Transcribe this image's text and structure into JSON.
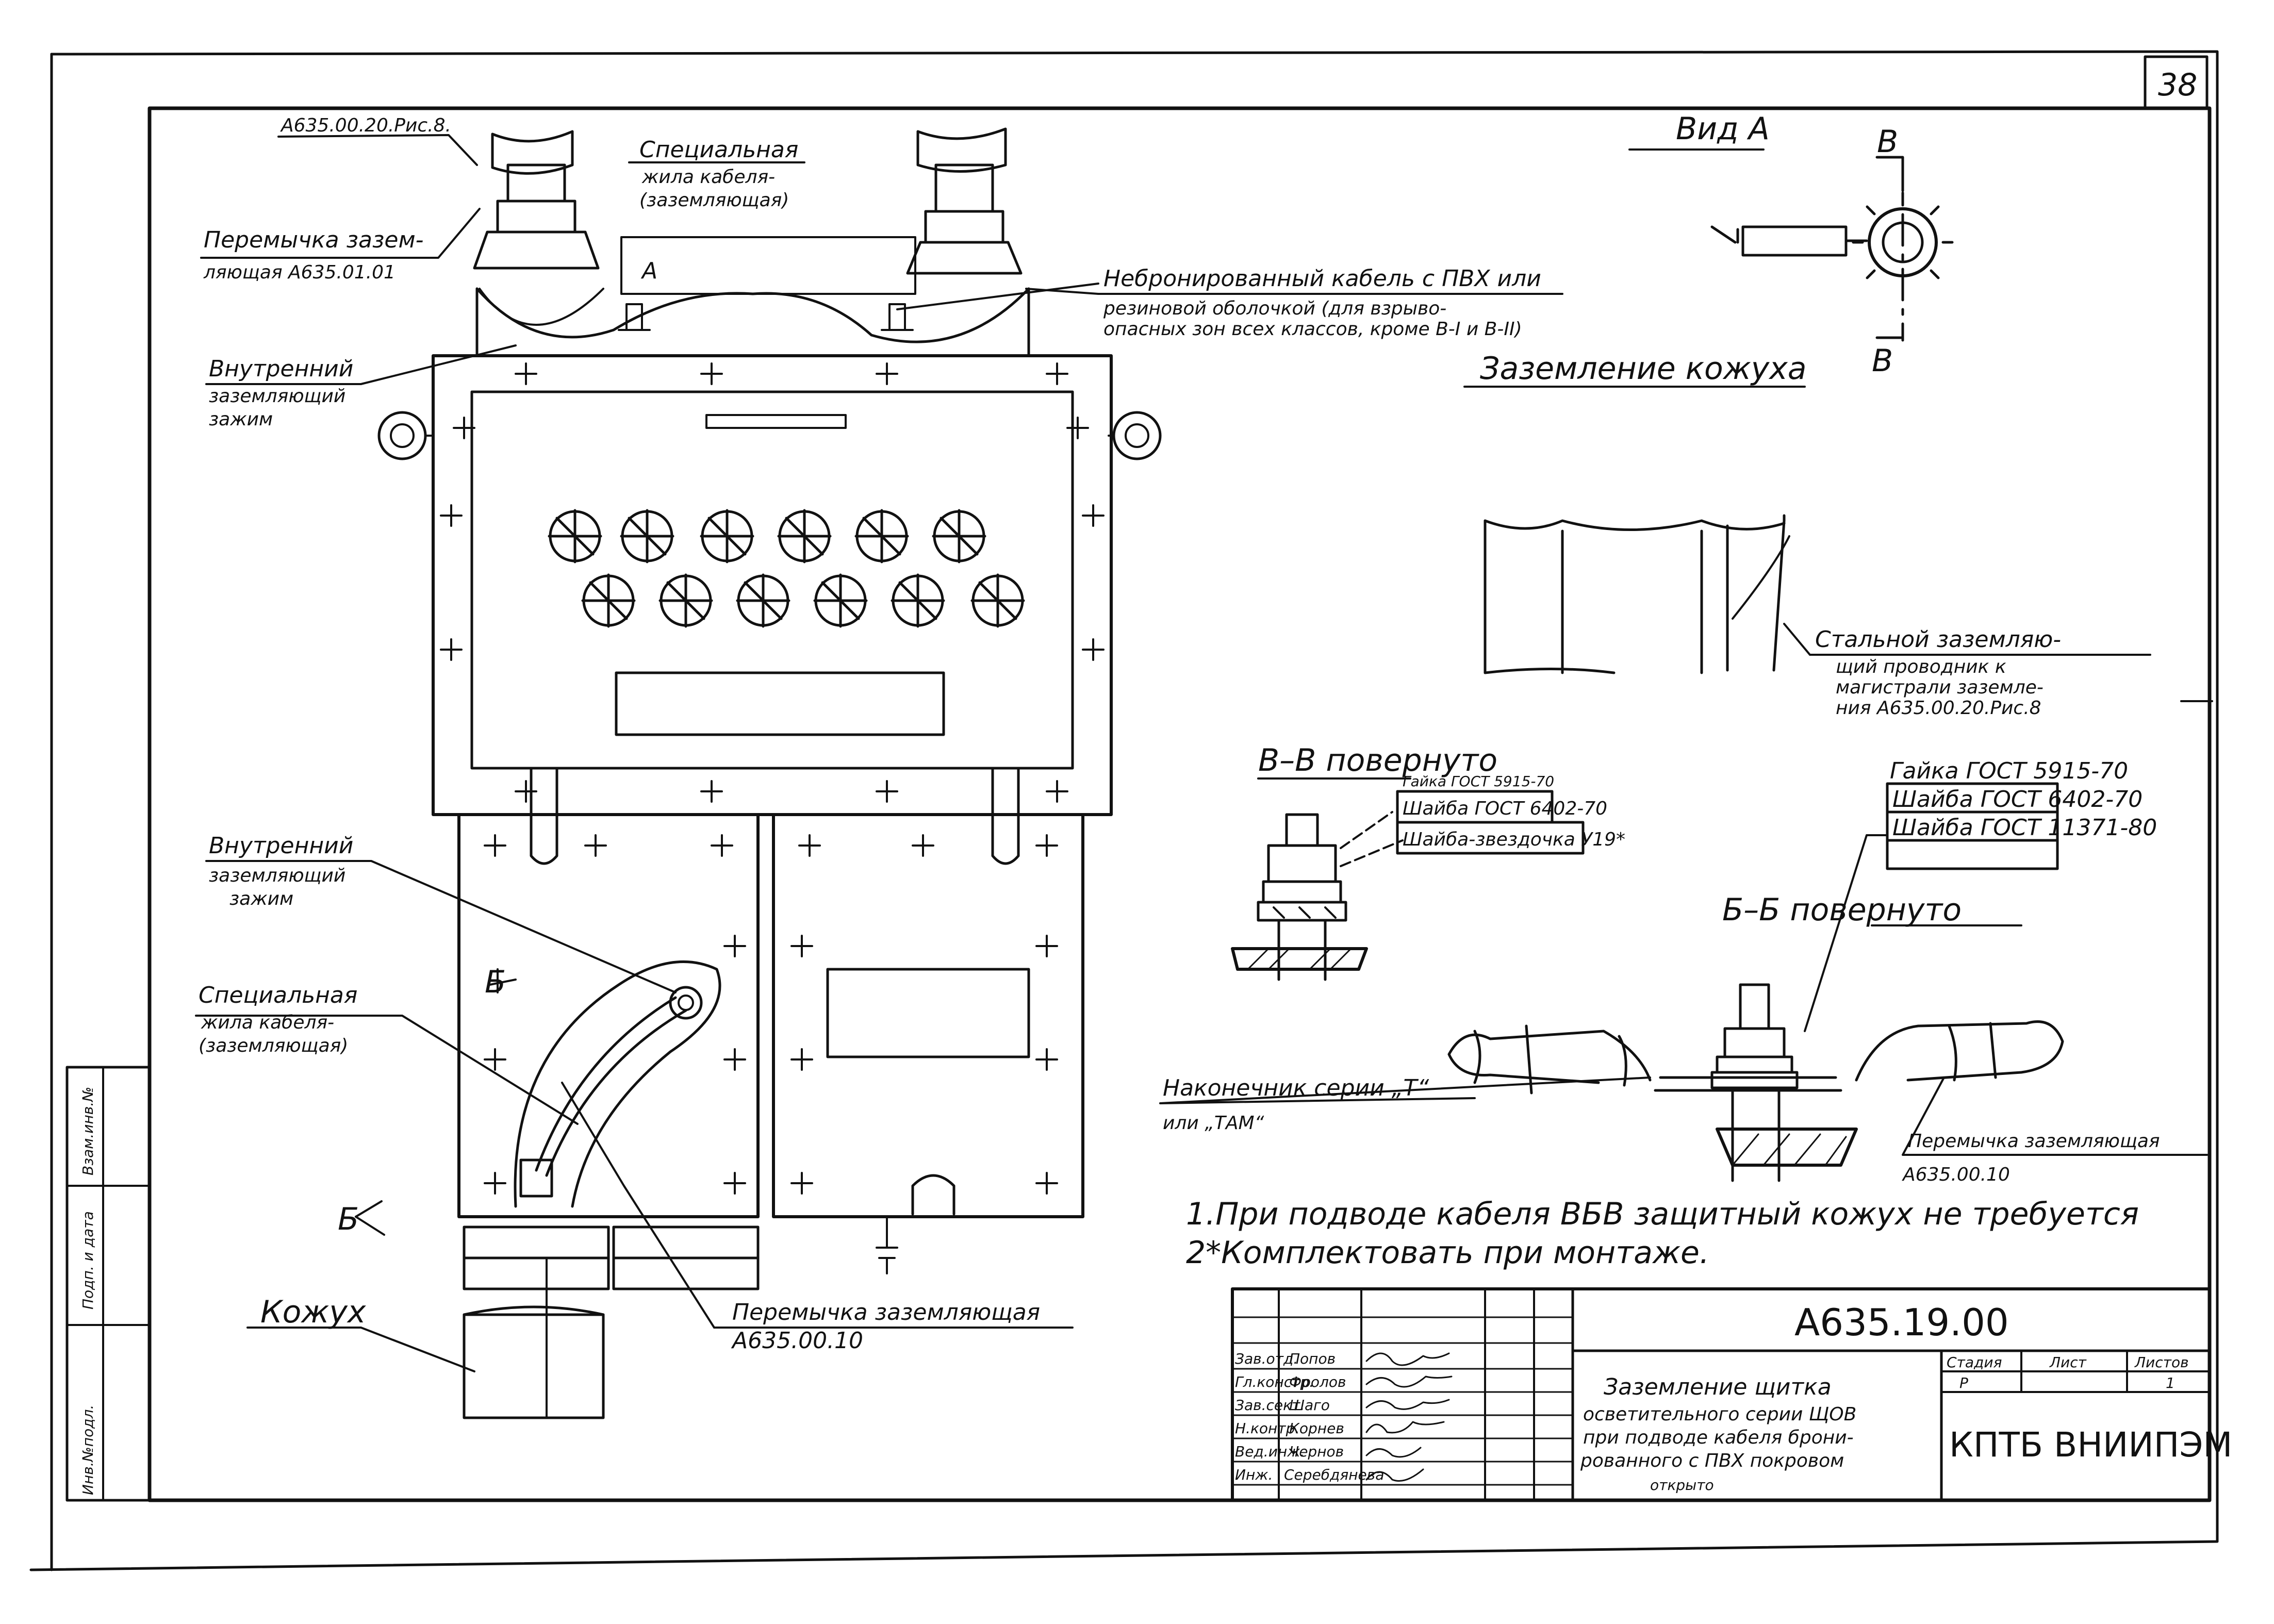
{
  "sheet": {
    "sheet_number": "38",
    "document_code": "А635.19.00",
    "title_lines": [
      "Заземление щитка",
      "осветительного серии ЩОВ",
      "при подводе кабеля брони-",
      "рованного с ПВХ покровом",
      "открыто"
    ],
    "organization": "КПТБ ВНИИПЭМ",
    "stage_header": "Стадия",
    "sheet_header": "Лист",
    "sheets_header": "Листов",
    "stage_value": "Р",
    "sheets_value": "1",
    "roles": [
      {
        "role": "Зав.отд.",
        "name": "Попов"
      },
      {
        "role": "Гл.констр.",
        "name": "Фролов"
      },
      {
        "role": "Зав.сект.",
        "name": "Шаго"
      },
      {
        "role": "Н.контр.",
        "name": "Корнев"
      },
      {
        "role": "Вед.инж.",
        "name": "Чернов"
      },
      {
        "role": "Инж.",
        "name": "Серебдянева"
      }
    ],
    "side_stamp": [
      "Инв.№подл.",
      "Подп. и дата",
      "Взам.инв.№"
    ]
  },
  "labels": {
    "ref_top": "А635.00.20.Рис.8.",
    "special_core_top": [
      "Специальная",
      "жила кабеля-",
      "(заземляющая)"
    ],
    "bridge_top": [
      "Перемычка зазем-",
      "ляющая А635.01.01"
    ],
    "unarmored_cable": [
      "Небронированный кабель с ПВХ или",
      "резиновой оболочкой (для взрыво-",
      "опасных зон всех классов, кроме В-I и В-II)"
    ],
    "inner_clamp_top": [
      "Внутренний",
      "заземляющий",
      "зажим"
    ],
    "view_a": "Вид А",
    "b_mark": "В",
    "a_mark": "А",
    "casing_grounding": "Заземление кожуха",
    "steel_conductor": [
      "Стальной заземляю-",
      "щий проводник к",
      "магистрали заземле-",
      "ния А635.00.20.Рис.8"
    ],
    "section_vv": "В–В повернуто",
    "vv_parts": [
      "Гайка ГОСТ 5915-70",
      "Шайба ГОСТ 6402-70",
      "Шайба-звездочка У19*"
    ],
    "section_bb": "Б–Б повернуто",
    "bb_parts": [
      "Гайка ГОСТ 5915-70",
      "Шайба ГОСТ 6402-70",
      "Шайба ГОСТ 11371-80"
    ],
    "lug": [
      "Наконечник серии „Т“",
      "или „ТАМ“"
    ],
    "bridge_right": [
      "Перемычка заземляющая",
      "А635.00.10"
    ],
    "inner_clamp_bottom": [
      "Внутренний",
      "заземляющий",
      "зажим"
    ],
    "special_core_bottom": [
      "Специальная",
      "жила кабеля-",
      "(заземляющая)"
    ],
    "b_section_mark": "Б",
    "casing": "Кожух",
    "bridge_bottom": [
      "Перемычка заземляющая",
      "А635.00.10"
    ],
    "notes": [
      "1.При подводе кабеля ВБВ защитный кожух не требуется",
      "2*Комплектовать при монтаже."
    ]
  }
}
